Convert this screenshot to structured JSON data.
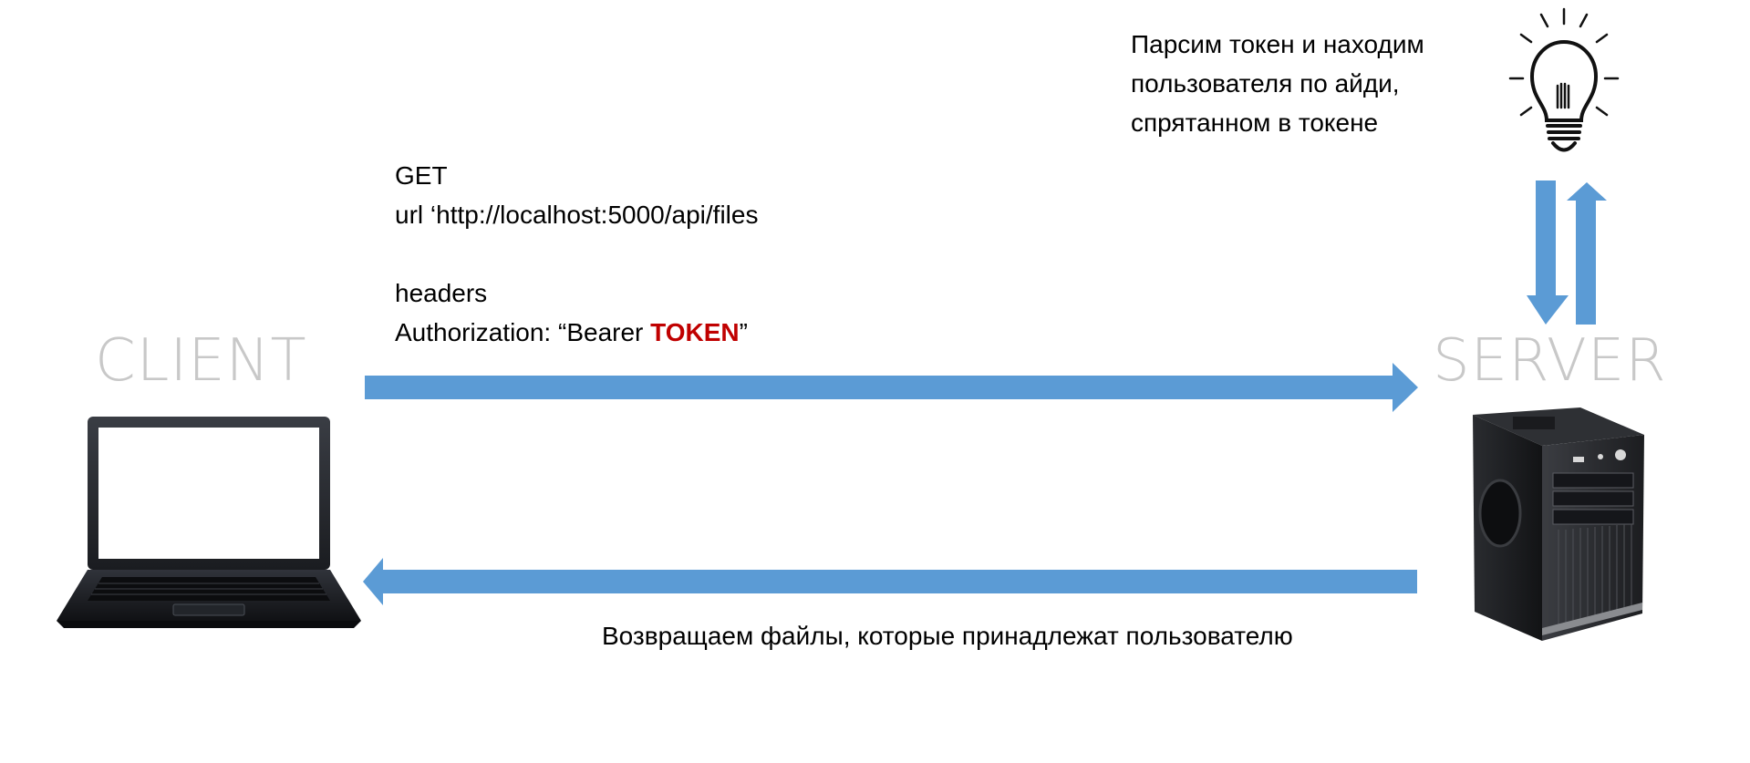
{
  "colors": {
    "arrow": "#5b9bd5",
    "node_label": "#c8c8c8",
    "token": "#c00000",
    "text": "#000000"
  },
  "nodes": {
    "client": {
      "label": "CLIENT",
      "icon": "laptop-icon"
    },
    "server": {
      "label": "SERVER",
      "icon": "pc-tower-icon"
    }
  },
  "request": {
    "method": "GET",
    "url_line": "url ‘http://localhost:5000/api/files",
    "headers_title": "headers",
    "auth_prefix": "Authorization: “Bearer ",
    "auth_token": "TOKEN",
    "auth_suffix": "”"
  },
  "server_note": {
    "lines": [
      "Парсим токен и находим",
      "пользователя по айди,",
      "спрятанном в токене"
    ],
    "icon": "lightbulb-icon"
  },
  "response": {
    "text": "Возвращаем файлы, которые принадлежат пользователю"
  }
}
